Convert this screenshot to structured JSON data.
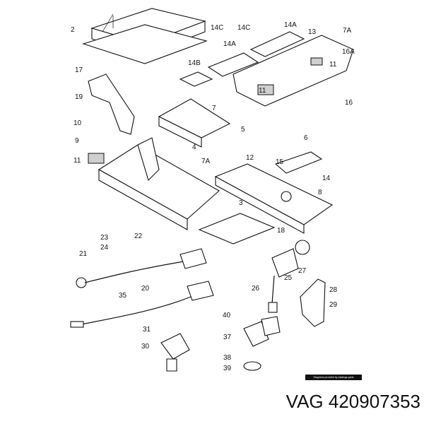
{
  "callouts": [
    "2",
    "14C",
    "14C",
    "14A",
    "7A",
    "14A",
    "16A",
    "11",
    "17",
    "14B",
    "13",
    "11",
    "16",
    "19",
    "7",
    "10",
    "5",
    "6",
    "9",
    "4",
    "7A",
    "12",
    "15",
    "11",
    "14",
    "8",
    "3",
    "18",
    "23",
    "22",
    "24",
    "21",
    "25",
    "27",
    "26",
    "20",
    "28",
    "35",
    "29",
    "40",
    "31",
    "37",
    "30",
    "38",
    "39"
  ],
  "credit": "Diagrams provided by catalogs-parts",
  "footer": {
    "part_number": "VAG 420907353"
  }
}
